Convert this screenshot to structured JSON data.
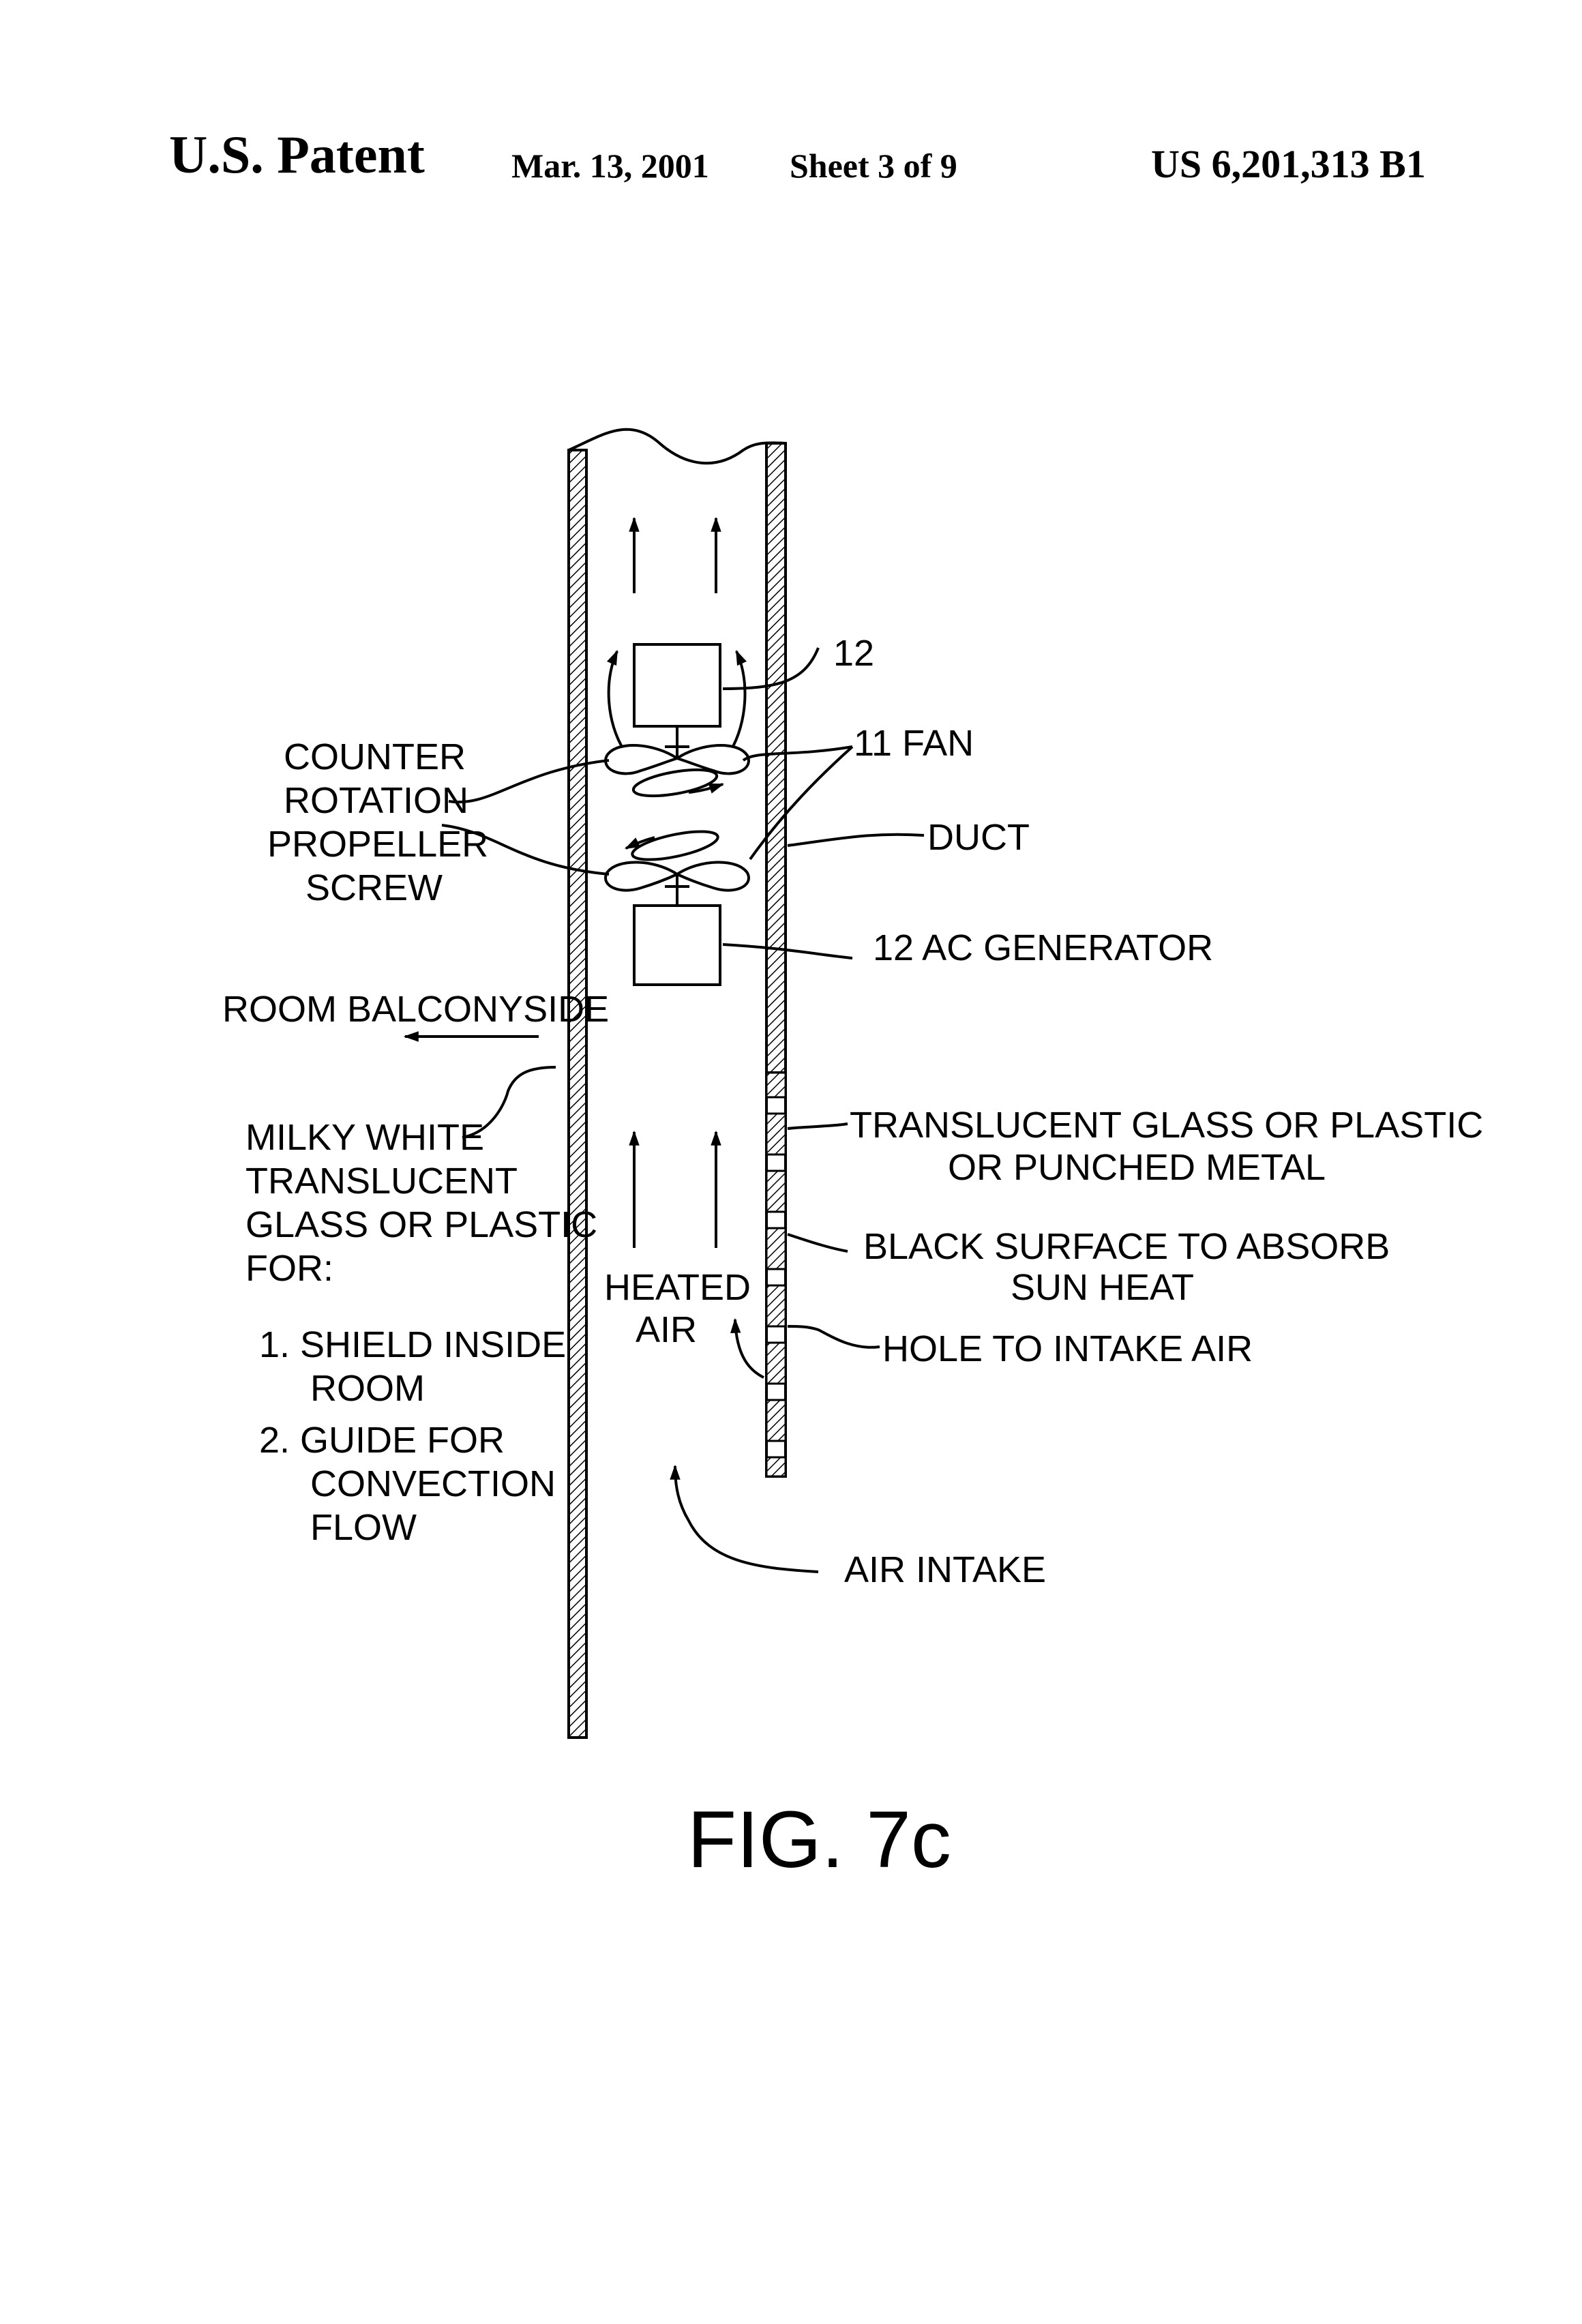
{
  "header": {
    "title": "U.S. Patent",
    "date": "Mar. 13, 2001",
    "sheet": "Sheet 3 of 9",
    "patent_number": "US 6,201,313 B1"
  },
  "labels": {
    "ref_12_top": "12",
    "fan": "11 FAN",
    "counter_1": "COUNTER",
    "counter_2": "ROTATION",
    "counter_3": "PROPELLER",
    "counter_4": "SCREW",
    "duct": "DUCT",
    "generator": "12 AC GENERATOR",
    "room_balconyside": "ROOM BALCONYSIDE",
    "milky_1": "MILKY WHITE",
    "milky_2": "TRANSLUCENT",
    "milky_3": "GLASS OR PLASTIC",
    "milky_4": "FOR:",
    "item1_a": "1. SHIELD INSIDE",
    "item1_b": "ROOM",
    "item2_a": "2. GUIDE FOR",
    "item2_b": "CONVECTION",
    "item2_c": "FLOW",
    "translucent_1": "TRANSLUCENT GLASS OR PLASTIC",
    "translucent_2": "OR PUNCHED METAL",
    "black_1": "BLACK SURFACE TO ABSORB",
    "black_2": "SUN HEAT",
    "hole": "HOLE TO INTAKE AIR",
    "heated_1": "HEATED",
    "heated_2": "AIR",
    "air_intake": "AIR INTAKE"
  },
  "figure_label": "FIG. 7c"
}
